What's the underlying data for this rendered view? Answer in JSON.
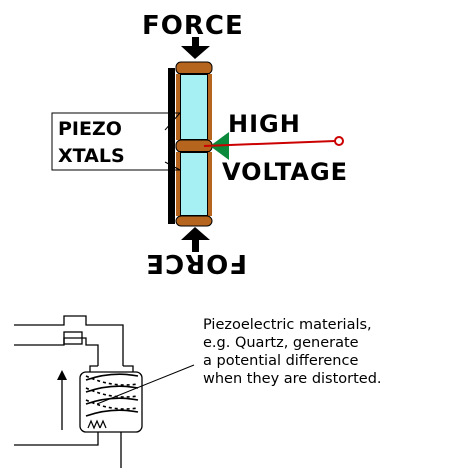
{
  "top_diagram": {
    "force_top_label": "FORCE",
    "force_bottom_label": "FORCE",
    "piezo_label_line1": "PIEZO",
    "piezo_label_line2": "XTALS",
    "high_label": "HIGH",
    "voltage_label": "VOLTAGE"
  },
  "bottom_diagram": {
    "caption_lines": [
      "Piezoelectric materials,",
      "e.g. Quartz, generate",
      "a potential difference",
      "when they are distorted."
    ]
  },
  "colors": {
    "crystal_fill": "#a6f0f4",
    "electrode_brown": "#b5651d",
    "arrow_green": "#0a8a3a",
    "wire_red": "#cc0000",
    "outline": "#000000"
  }
}
